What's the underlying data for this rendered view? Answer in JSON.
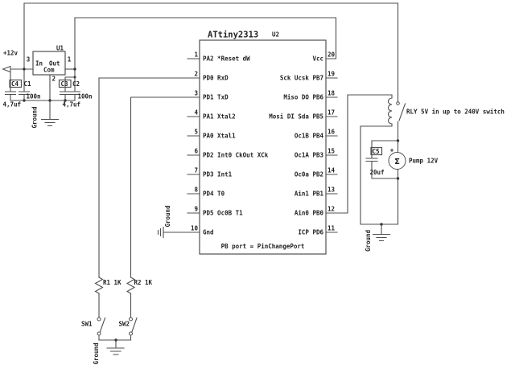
{
  "colors": {
    "wire": "#4f4f4f",
    "text": "#1f1f1f",
    "background": "#ffffff"
  },
  "labels": {
    "ground": "Ground",
    "power_12v": "+12v"
  },
  "regulator": {
    "ref": "U1",
    "in": "In",
    "out": "Out",
    "com": "Com",
    "pin_in_num": "3",
    "pin_out_num": "1",
    "pin_com_num": "2"
  },
  "capacitors": {
    "c4": {
      "ref": "C4",
      "value": "4,7uf"
    },
    "c1": {
      "ref": "C1",
      "value": "100n"
    },
    "c3": {
      "ref": "C3",
      "value": "4,7uf"
    },
    "c2": {
      "ref": "C2",
      "value": "100n"
    },
    "c5": {
      "ref": "C5",
      "value": "20uf"
    }
  },
  "ic": {
    "title": "ATtiny2313",
    "ref": "U2",
    "bottom_note": "PB port = PinChangePort",
    "pins_left": [
      {
        "num": "1",
        "label": "PA2 *Reset dW"
      },
      {
        "num": "2",
        "label": "PD0 RxD"
      },
      {
        "num": "3",
        "label": "PD1 TxD"
      },
      {
        "num": "4",
        "label": "PA1 Xtal2"
      },
      {
        "num": "5",
        "label": "PA0 Xtal1"
      },
      {
        "num": "6",
        "label": "PD2 Int0 CkOut XCk"
      },
      {
        "num": "7",
        "label": "PD3 Int1"
      },
      {
        "num": "8",
        "label": "PD4 T0"
      },
      {
        "num": "9",
        "label": "PD5 Oc0B T1"
      },
      {
        "num": "10",
        "label": "Gnd"
      }
    ],
    "pins_right": [
      {
        "num": "20",
        "label": "Vcc"
      },
      {
        "num": "19",
        "label": "Sck Ucsk PB7"
      },
      {
        "num": "18",
        "label": "Miso DO PB6"
      },
      {
        "num": "17",
        "label": "Mosi DI Sda PB5"
      },
      {
        "num": "16",
        "label": "Oc1B PB4"
      },
      {
        "num": "15",
        "label": "Oc1A PB3"
      },
      {
        "num": "14",
        "label": "Oc0a PB2"
      },
      {
        "num": "13",
        "label": "Ain1 PB1"
      },
      {
        "num": "12",
        "label": "Ain0 PB0"
      },
      {
        "num": "11",
        "label": "ICP PD6"
      }
    ]
  },
  "resistors": {
    "r1": "R1 1K",
    "r2": "R2 1K"
  },
  "switches": {
    "sw1": "SW1",
    "sw2": "SW2"
  },
  "relay": {
    "note": "RLY 5V in up to 240V switch"
  },
  "pump": {
    "label": "Pump 12V",
    "symbol": "Σ",
    "polarity": "+"
  }
}
